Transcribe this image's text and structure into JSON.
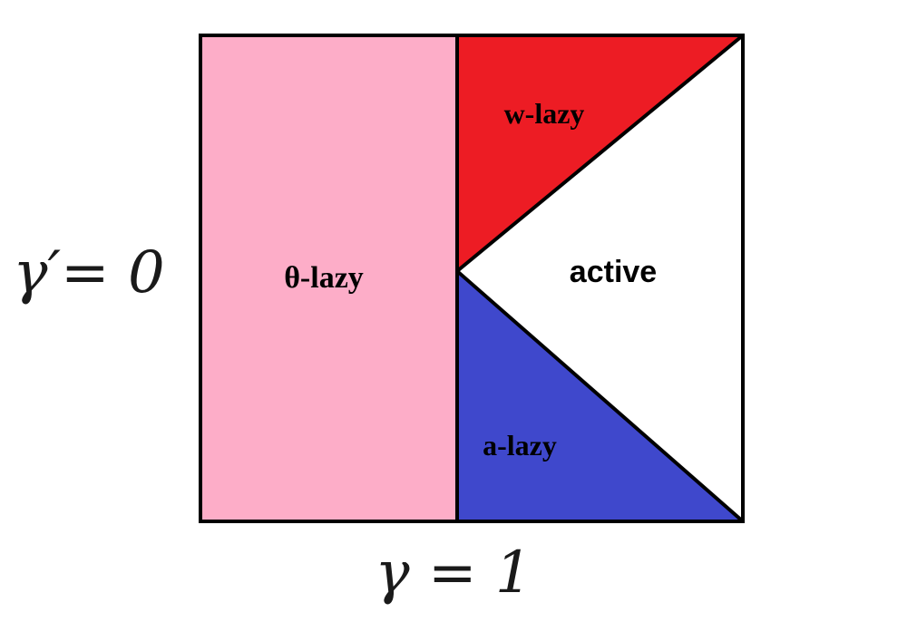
{
  "regions": {
    "theta_lazy": {
      "label": "θ-lazy",
      "color": "#FDADC8"
    },
    "w_lazy": {
      "label": "w-lazy",
      "color": "#ED1C24"
    },
    "active": {
      "label": "active",
      "color": "#FFFFFF"
    },
    "a_lazy": {
      "label": "a-lazy",
      "color": "#3F48CC"
    }
  },
  "axes": {
    "left_label": "γ′= 0",
    "bottom_label": "γ = 1"
  },
  "border_color": "#000000"
}
